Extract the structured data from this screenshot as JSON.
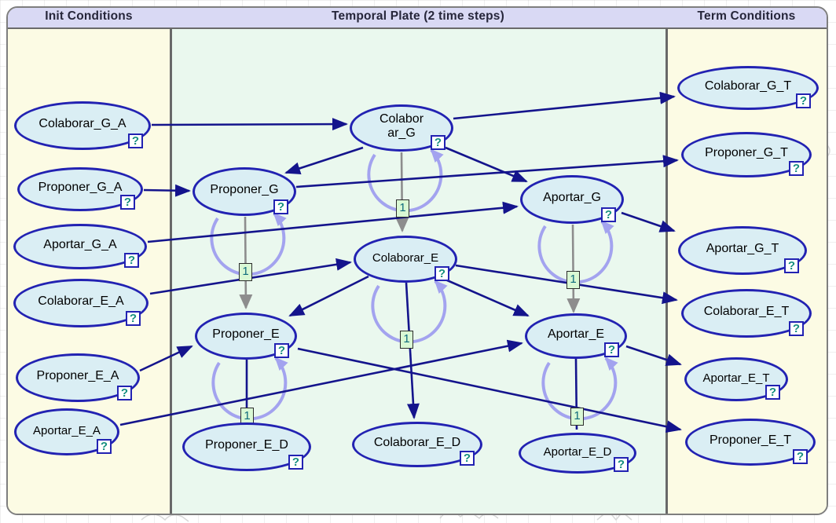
{
  "headers": [
    {
      "id": "init",
      "label": "Init Conditions"
    },
    {
      "id": "temporal",
      "label": "Temporal Plate (2 time steps)"
    },
    {
      "id": "term",
      "label": "Term Conditions"
    }
  ],
  "icons": {
    "question_mark": "?"
  },
  "temporal": {
    "order_label": "1"
  },
  "colors": {
    "node_fill": "#daeef4",
    "node_border": "#2222b2",
    "arc": "#14148c",
    "temporal_arc_gray": "#8d8d8d",
    "self_loop_lavender": "#a3a3ef",
    "order_box_fill": "#d9f8d4",
    "header_bg": "#d9d9f4",
    "panel_init_bg": "#fcfbe4",
    "panel_temporal_bg": "#eaf8ee",
    "question_mark": "#168f7f"
  },
  "nodes": [
    {
      "label": "Colaborar_G_A"
    },
    {
      "label": "Proponer_G_A"
    },
    {
      "label": "Aportar_G_A"
    },
    {
      "label": "Colaborar_E_A"
    },
    {
      "label": "Proponer_E_A"
    },
    {
      "label": "Aportar_E_A"
    },
    {
      "label": "Colaborar_G",
      "line1": "Colabor",
      "line2": "ar_G"
    },
    {
      "label": "Proponer_G"
    },
    {
      "label": "Aportar_G"
    },
    {
      "label": "Colaborar_E"
    },
    {
      "label": "Proponer_E"
    },
    {
      "label": "Aportar_E"
    },
    {
      "label": "Proponer_E_D"
    },
    {
      "label": "Colaborar_E_D"
    },
    {
      "label": "Aportar_E_D"
    },
    {
      "label": "Colaborar_G_T"
    },
    {
      "label": "Proponer_G_T"
    },
    {
      "label": "Aportar_G_T"
    },
    {
      "label": "Colaborar_E_T"
    },
    {
      "label": "Aportar_E_T"
    },
    {
      "label": "Proponer_E_T"
    }
  ],
  "edges": [
    {
      "from": "Colaborar_G_A",
      "to": "Colaborar_G",
      "type": "arc"
    },
    {
      "from": "Proponer_G_A",
      "to": "Proponer_G",
      "type": "arc"
    },
    {
      "from": "Aportar_G_A",
      "to": "Aportar_G",
      "type": "arc"
    },
    {
      "from": "Colaborar_E_A",
      "to": "Colaborar_E",
      "type": "arc"
    },
    {
      "from": "Proponer_E_A",
      "to": "Proponer_E",
      "type": "arc"
    },
    {
      "from": "Aportar_E_A",
      "to": "Aportar_E",
      "type": "arc"
    },
    {
      "from": "Colaborar_G",
      "to": "Proponer_G",
      "type": "arc"
    },
    {
      "from": "Colaborar_G",
      "to": "Aportar_G",
      "type": "arc"
    },
    {
      "from": "Colaborar_E",
      "to": "Proponer_E",
      "type": "arc"
    },
    {
      "from": "Colaborar_E",
      "to": "Aportar_E",
      "type": "arc"
    },
    {
      "from": "Proponer_E",
      "to": "Proponer_E_D",
      "type": "arc"
    },
    {
      "from": "Colaborar_E",
      "to": "Colaborar_E_D",
      "type": "arc"
    },
    {
      "from": "Aportar_E",
      "to": "Aportar_E_D",
      "type": "arc"
    },
    {
      "from": "Colaborar_G",
      "to": "Colaborar_G_T",
      "type": "arc"
    },
    {
      "from": "Proponer_G",
      "to": "Proponer_G_T",
      "type": "arc"
    },
    {
      "from": "Aportar_G",
      "to": "Aportar_G_T",
      "type": "arc"
    },
    {
      "from": "Colaborar_E",
      "to": "Colaborar_E_T",
      "type": "arc"
    },
    {
      "from": "Aportar_E",
      "to": "Aportar_E_T",
      "type": "arc"
    },
    {
      "from": "Proponer_E",
      "to": "Proponer_E_T",
      "type": "arc"
    },
    {
      "from": "Colaborar_G",
      "to": "Colaborar_E",
      "type": "temporal-arc"
    },
    {
      "from": "Proponer_G",
      "to": "Proponer_E",
      "type": "temporal-arc"
    },
    {
      "from": "Aportar_G",
      "to": "Aportar_E",
      "type": "temporal-arc"
    },
    {
      "from": "Colaborar_G",
      "to": "Colaborar_G",
      "type": "temporal-self",
      "order": "1"
    },
    {
      "from": "Proponer_G",
      "to": "Proponer_G",
      "type": "temporal-self",
      "order": "1"
    },
    {
      "from": "Aportar_G",
      "to": "Aportar_G",
      "type": "temporal-self",
      "order": "1"
    },
    {
      "from": "Colaborar_E",
      "to": "Colaborar_E",
      "type": "temporal-self",
      "order": "1"
    },
    {
      "from": "Proponer_E",
      "to": "Proponer_E",
      "type": "temporal-self",
      "order": "1"
    },
    {
      "from": "Aportar_E",
      "to": "Aportar_E",
      "type": "temporal-self",
      "order": "1"
    }
  ]
}
